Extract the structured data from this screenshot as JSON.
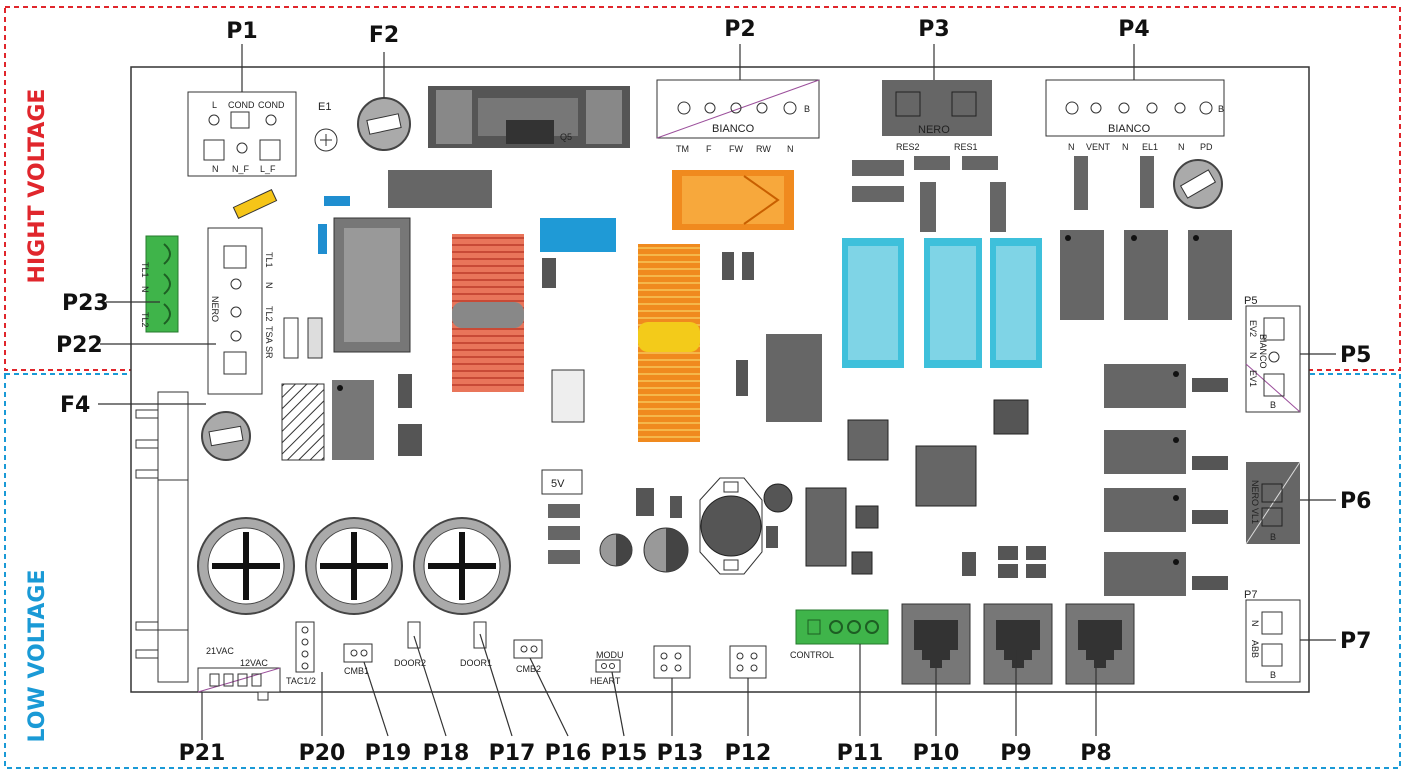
{
  "zones": {
    "high_voltage": "HIGHT VOLTAGE",
    "low_voltage": "LOW VOLTAGE",
    "high_color": "#e0262c",
    "low_color": "#1a9ad6"
  },
  "callouts": {
    "P1": "P1",
    "F2": "F2",
    "P2": "P2",
    "P3": "P3",
    "P4": "P4",
    "P23": "P23",
    "P22": "P22",
    "P5": "P5",
    "F4": "F4",
    "P6": "P6",
    "P7": "P7",
    "P21": "P21",
    "P20": "P20",
    "P19": "P19",
    "P18": "P18",
    "P17": "P17",
    "P16": "P16",
    "P15": "P15",
    "P13": "P13",
    "P12": "P12",
    "P11": "P11",
    "P10": "P10",
    "P9": "P9",
    "P8": "P8"
  },
  "board": {
    "e1": "E1",
    "q5": "Q5",
    "p1": {
      "l": "L",
      "cond1": "COND",
      "cond2": "COND",
      "n": "N",
      "nf": "N_F",
      "lf": "L_F"
    },
    "p2": {
      "bianco": "BIANCO",
      "b": "B",
      "pins": [
        "TM",
        "F",
        "FW",
        "RW",
        "N"
      ]
    },
    "p3": {
      "nero": "NERO",
      "res2": "RES2",
      "res1": "RES1"
    },
    "p4": {
      "bianco": "BIANCO",
      "b": "B",
      "pins": [
        "N",
        "VENT",
        "N",
        "EL1",
        "N",
        "PD"
      ]
    },
    "p23": {
      "tl1": "TL1",
      "n": "N",
      "tl2": "TL2"
    },
    "p22": {
      "tl1": "TL1",
      "n": "N",
      "nero": "NERO",
      "tl2": "TL2",
      "tsa": "TSA",
      "sr": "SR"
    },
    "p5": {
      "title": "P5",
      "ev2": "EV2",
      "bianco": "BIANCO",
      "n": "N",
      "ev1": "EV1",
      "b": "B"
    },
    "p6": {
      "nero": "NERO",
      "vl1": "VL1",
      "b": "B"
    },
    "p7": {
      "title": "P7",
      "n": "N",
      "abb": "ABB",
      "b": "B"
    },
    "v5": "5V",
    "p21": {
      "v21": "21VAC",
      "v12": "12VAC"
    },
    "tac": "TAC1/2",
    "cmb1": "CMB1",
    "door2": "DOOR2",
    "door1": "DOOR1",
    "cmb2": "CMB2",
    "modu": "MODU",
    "heart": "HEART",
    "control": "CONTROL"
  }
}
